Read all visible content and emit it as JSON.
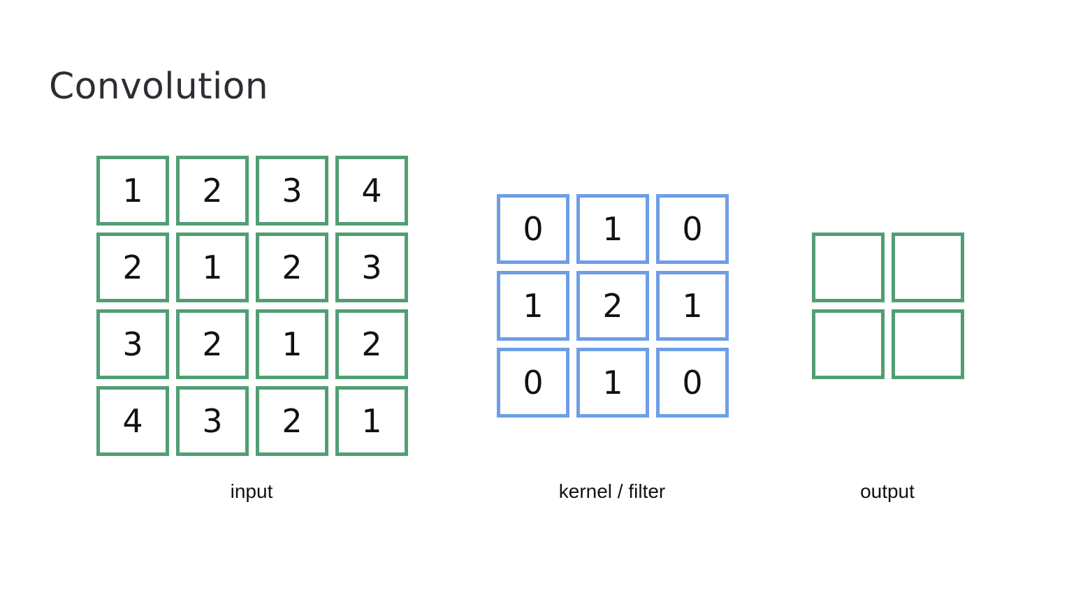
{
  "title": "Convolution",
  "colors": {
    "grid_green": "#529e74",
    "grid_blue": "#6f9ee6",
    "title_text": "#2b2f33"
  },
  "input": {
    "label": "input",
    "cells": [
      [
        "1",
        "2",
        "3",
        "4"
      ],
      [
        "2",
        "1",
        "2",
        "3"
      ],
      [
        "3",
        "2",
        "1",
        "2"
      ],
      [
        "4",
        "3",
        "2",
        "1"
      ]
    ]
  },
  "kernel": {
    "label": "kernel / filter",
    "cells": [
      [
        "0",
        "1",
        "0"
      ],
      [
        "1",
        "2",
        "1"
      ],
      [
        "0",
        "1",
        "0"
      ]
    ]
  },
  "output": {
    "label": "output",
    "cells": [
      [
        "",
        ""
      ],
      [
        "",
        ""
      ]
    ]
  }
}
